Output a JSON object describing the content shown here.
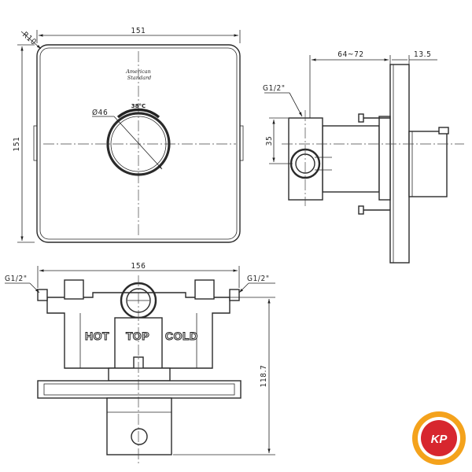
{
  "front_view": {
    "width_label": "151",
    "height_label": "151",
    "radius_label": "R10",
    "dial_diameter_label": "Ø46",
    "temperature_label": "38°C",
    "brand_line1": "American",
    "brand_line2": "Standard"
  },
  "side_view": {
    "depth_range_label": "64~72",
    "plate_thickness_label": "13.5",
    "thread_label": "G1/2\"",
    "offset_label": "35"
  },
  "bottom_view": {
    "width_label": "156",
    "left_thread_label": "G1/2\"",
    "right_thread_label": "G1/2\"",
    "height_label": "118.7",
    "hot_label": "HOT",
    "top_label": "TOP",
    "cold_label": "COLD"
  },
  "logo": {
    "text": "KP",
    "colors": {
      "outer": "#f4a21c",
      "inner": "#d7262e",
      "ring": "#ffffff"
    }
  }
}
